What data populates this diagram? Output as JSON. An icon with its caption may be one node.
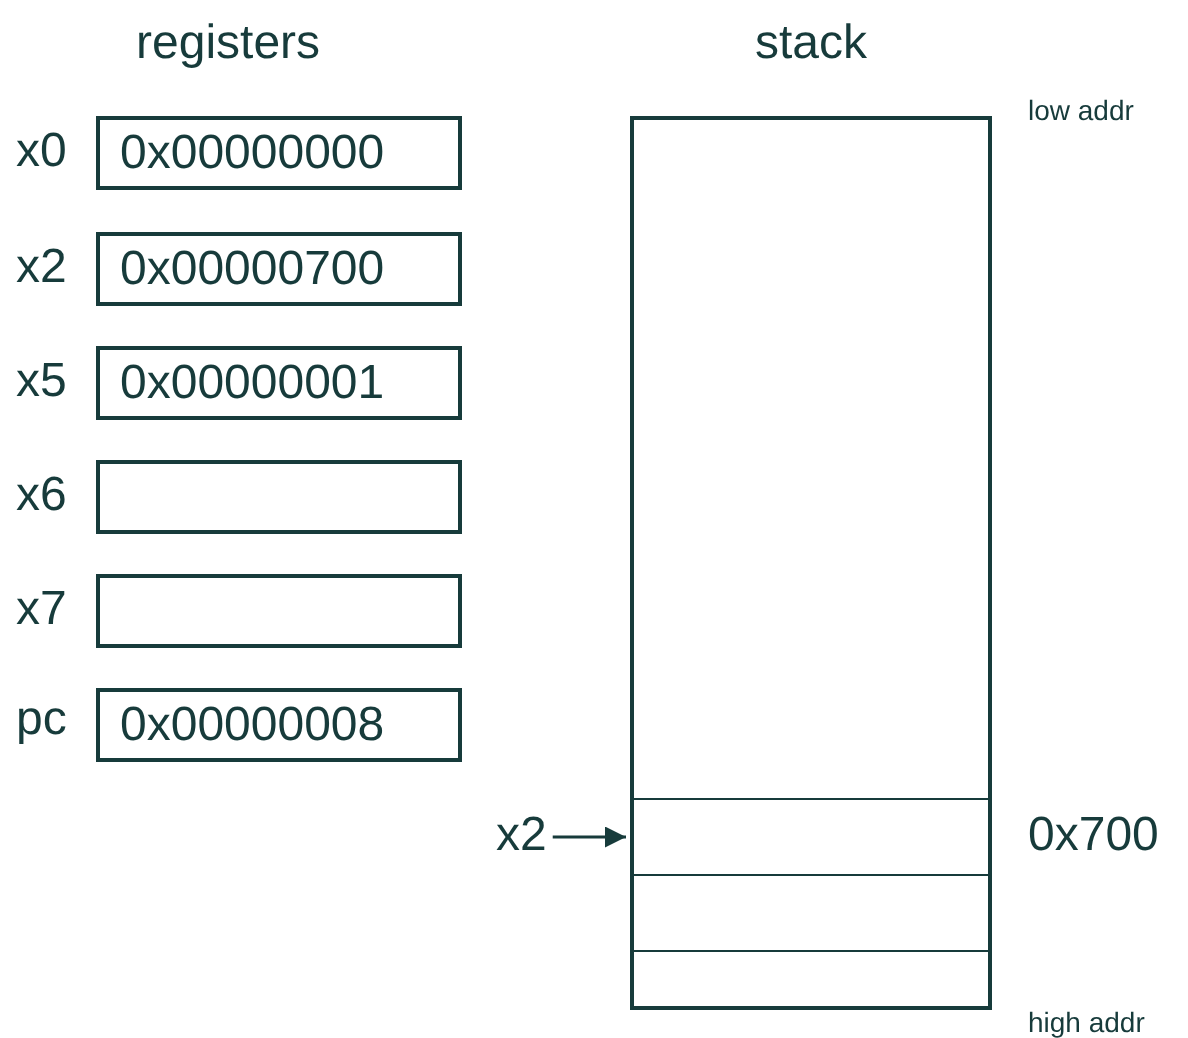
{
  "diagram": {
    "nodes": [
      {
        "text": [
          "0x00000000"
        ],
        "beside": [
          "x0"
        ]
      },
      {
        "text": [
          "0x00000700"
        ],
        "beside": [
          "x2"
        ]
      },
      {
        "text": [
          "0x00000001"
        ],
        "beside": [
          "x5"
        ]
      },
      {
        "text": [],
        "shape": "box",
        "beside": [
          "x6"
        ]
      },
      {
        "text": [],
        "shape": "box",
        "beside": [
          "x7"
        ]
      },
      {
        "text": [
          "0x00000008"
        ],
        "beside": [
          "pc"
        ]
      },
      {
        "text": [
          "stack"
        ]
      },
      {
        "text": [],
        "shape": "box",
        "in": 6,
        "beside": [
          "0x700"
        ]
      },
      {
        "text": [],
        "shape": "box",
        "in": 6
      },
      {
        "text": [],
        "shape": "box",
        "in": 6
      },
      {
        "text": [
          "x2"
        ]
      }
    ],
    "edges": [
      {
        "from": 10,
        "to": 7,
        "arrow": "to"
      }
    ],
    "labels": [
      "registers",
      "low addr",
      "high addr"
    ]
  }
}
